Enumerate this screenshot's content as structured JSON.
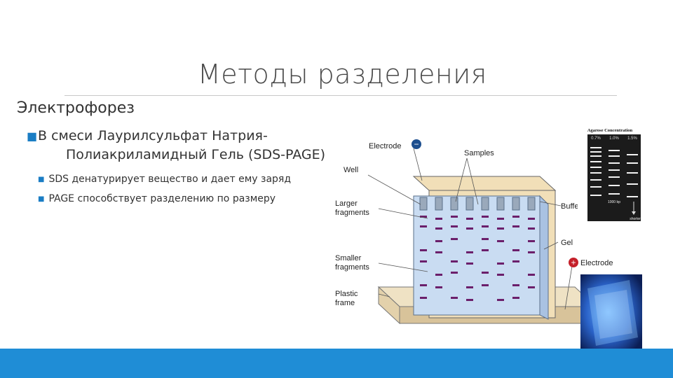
{
  "slide": {
    "title": "Методы разделения",
    "heading": "Электрофорез",
    "bullet_main_line1": "В смеси Лаурилсульфат Натрия-",
    "bullet_main_line2": "Полиакриламидный Гель (SDS-PAGE)",
    "sub_bullets": [
      "SDS денатурирует вещество и дает ему заряд",
      "PAGE способствует разделению по размеру"
    ]
  },
  "diagram": {
    "labels": {
      "electrode_top": "Electrode",
      "samples": "Samples",
      "well": "Well",
      "larger_1": "Larger",
      "larger_2": "fragments",
      "buffer": "Buffer",
      "gel": "Gel",
      "smaller_1": "Smaller",
      "smaller_2": "fragments",
      "electrode_bottom": "Electrode",
      "plastic_1": "Plastic",
      "plastic_2": "frame",
      "minus_sign": "−",
      "plus_sign": "+"
    },
    "agarose": {
      "title": "Agarose Concentration",
      "cols": [
        "0.7%",
        "1.0%",
        "1.5%"
      ],
      "marker": "1000 bp",
      "note": "shorter"
    }
  },
  "colors": {
    "accent": "#1f8dd6",
    "bullet": "#1a7dc4",
    "gel": "#c9dcf2",
    "buffer": "#f1dfb8",
    "band": "#6b1f6b"
  }
}
